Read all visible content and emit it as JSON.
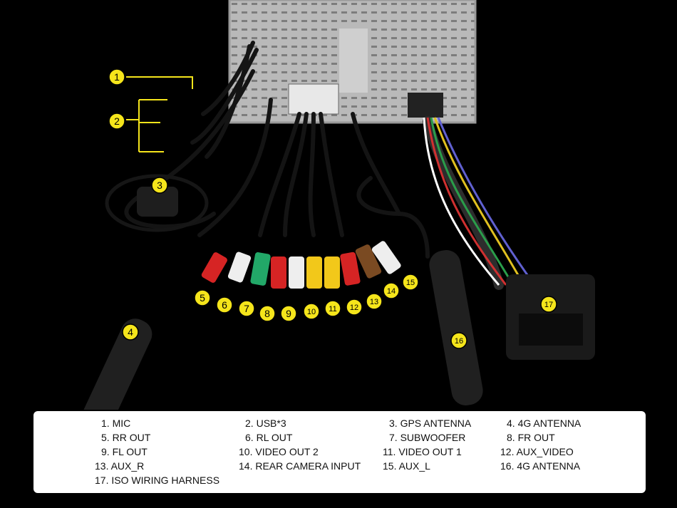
{
  "callouts": [
    "1",
    "2",
    "3",
    "4",
    "5",
    "6",
    "7",
    "8",
    "9",
    "10",
    "11",
    "12",
    "13",
    "14",
    "15",
    "16",
    "17"
  ],
  "legend": [
    {
      "n": "1.",
      "label": "MIC"
    },
    {
      "n": "2.",
      "label": "USB*3"
    },
    {
      "n": "3.",
      "label": "GPS ANTENNA"
    },
    {
      "n": "4.",
      "label": "4G ANTENNA"
    },
    {
      "n": "5.",
      "label": "RR OUT"
    },
    {
      "n": "6.",
      "label": "RL OUT"
    },
    {
      "n": "7.",
      "label": "SUBWOOFER"
    },
    {
      "n": "8.",
      "label": "FR OUT"
    },
    {
      "n": "9.",
      "label": "FL OUT"
    },
    {
      "n": "10.",
      "label": "VIDEO OUT 2"
    },
    {
      "n": "11.",
      "label": "VIDEO OUT 1"
    },
    {
      "n": "12.",
      "label": "AUX_VIDEO"
    },
    {
      "n": "13.",
      "label": "AUX_R"
    },
    {
      "n": "14.",
      "label": "REAR CAMERA INPUT"
    },
    {
      "n": "15.",
      "label": "AUX_L"
    },
    {
      "n": "16.",
      "label": "4G ANTENNA"
    },
    {
      "n": "17.",
      "label": "ISO WIRING HARNESS"
    }
  ],
  "colors": {
    "background": "#000000",
    "badge": "#f5e51b",
    "rca_red": "#d62424",
    "rca_white": "#eeeeee",
    "rca_green": "#22a868",
    "rca_yellow": "#f2c81a",
    "rca_brown": "#7a4a22"
  },
  "icons": [
    "head-unit-chassis",
    "gps-antenna-icon",
    "4g-antenna-icon",
    "rca-connector-icon",
    "iso-harness-icon"
  ]
}
